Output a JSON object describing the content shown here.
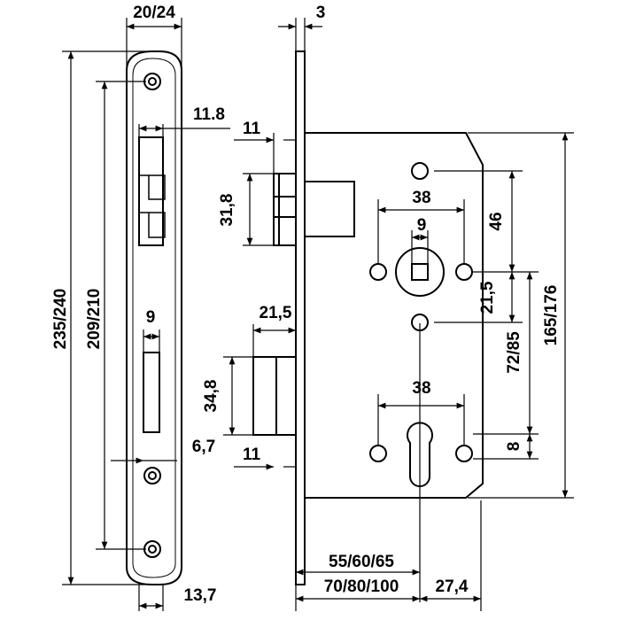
{
  "dimensions": {
    "faceplate_width": "20/24",
    "faceplate_thickness": "3",
    "length_overall": "235/240",
    "screw_hole_spacing": "209/210",
    "latch_offset_top": "11.8",
    "latch_projection": "11",
    "latch_height": "31,8",
    "follower_spacing": "38",
    "spindle_square": "9",
    "follower_to_top_hole": "46",
    "follower_to_fixing_hole": "21,5",
    "follower_to_cylinder": "72/85",
    "case_height": "165/176",
    "deadbolt_window_width": "9",
    "deadbolt_projection": "21,5",
    "deadbolt_height": "34,8",
    "deadbolt_offset": "6,7",
    "deadbolt_throw": "11",
    "cylinder_hole_spacing": "38",
    "cylinder_offset": "8",
    "faceplate_edge": "13,7",
    "backset": "55/60/65",
    "case_depth": "70/80/100",
    "cylinder_to_edge": "27,4"
  },
  "colors": {
    "line": "#000000",
    "fill": "#ffffff"
  }
}
